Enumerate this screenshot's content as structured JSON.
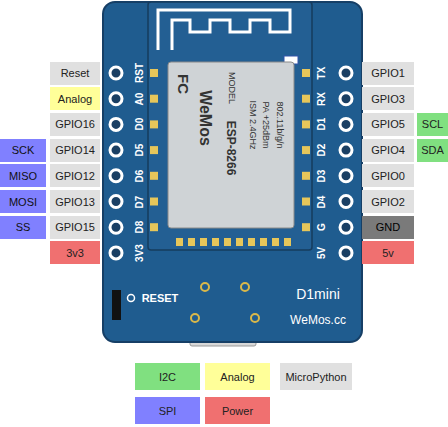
{
  "diagram": {
    "nodes": [
      {
        "text": [
          "Reset"
        ]
      },
      {
        "text": [
          "GPIO1"
        ]
      },
      {
        "text": [
          "Analog"
        ]
      },
      {
        "text": [
          "GPIO3"
        ]
      },
      {
        "text": [
          "GPIO16"
        ]
      },
      {
        "text": [
          "GPIO5"
        ]
      },
      {
        "text": [
          "SCL"
        ]
      },
      {
        "text": [
          "SCK"
        ]
      },
      {
        "text": [
          "GPIO14"
        ]
      },
      {
        "text": [
          "GPIO4"
        ]
      },
      {
        "text": [
          "SDA"
        ]
      },
      {
        "text": [
          "MISO"
        ]
      },
      {
        "text": [
          "GPIO12"
        ]
      },
      {
        "text": [
          "GPIO0"
        ]
      },
      {
        "text": [
          "MOSI"
        ]
      },
      {
        "text": [
          "GPIO13"
        ]
      },
      {
        "text": [
          "GPIO2"
        ]
      },
      {
        "text": [
          "SS"
        ]
      },
      {
        "text": [
          "GPIO15"
        ]
      },
      {
        "text": [
          "GND"
        ]
      },
      {
        "text": [
          "3v3"
        ]
      },
      {
        "text": [
          "5v"
        ]
      }
    ],
    "labels": [
      "RST",
      "A0",
      "D0",
      "D5",
      "D6",
      "D7",
      "D8",
      "3V3",
      "TX",
      "RX",
      "D1",
      "D2",
      "D3",
      "D4",
      "G",
      "5V",
      "FC",
      "WeMos",
      "MODEL",
      "ESP-8266",
      "ISM 2.4GHz",
      "PA +25dBm",
      "802.11b/g/n",
      "RESET",
      "D1mini",
      "WeMos.cc"
    ],
    "legend": [
      {
        "text": "I2C",
        "color": "#80e080"
      },
      {
        "text": "Analog",
        "color": "#ffff99"
      },
      {
        "text": "MicroPython",
        "color": "#e0e0e0"
      },
      {
        "text": "SPI",
        "color": "#8080ff"
      },
      {
        "text": "Power",
        "color": "#f07070"
      }
    ]
  }
}
